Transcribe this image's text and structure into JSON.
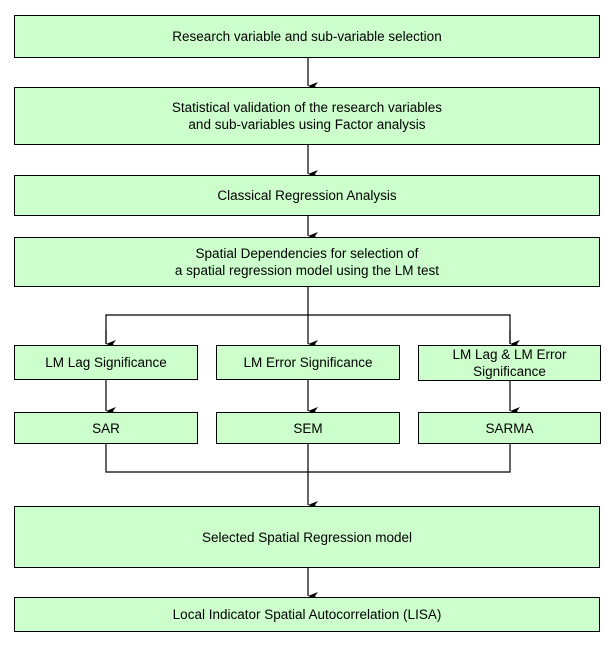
{
  "colors": {
    "box_fill": "#ccffcc",
    "border": "#000000",
    "background": "#ffffff"
  },
  "nodes": {
    "step1": "Research variable and sub-variable selection",
    "step2_line1": "Statistical validation of the research variables",
    "step2_line2": "and sub-variables using Factor analysis",
    "step3": "Classical Regression Analysis",
    "step4_line1": "Spatial Dependencies for selection of",
    "step4_line2": "a spatial regression model using the LM test",
    "branch_lag": "LM Lag Significance",
    "branch_error": "LM Error Significance",
    "branch_both_line1": "LM Lag & LM Error",
    "branch_both_line2": "Significance",
    "model_sar": "SAR",
    "model_sem": "SEM",
    "model_sarma": "SARMA",
    "step5": "Selected Spatial Regression model",
    "step6": "Local Indicator Spatial Autocorrelation (LISA)"
  }
}
